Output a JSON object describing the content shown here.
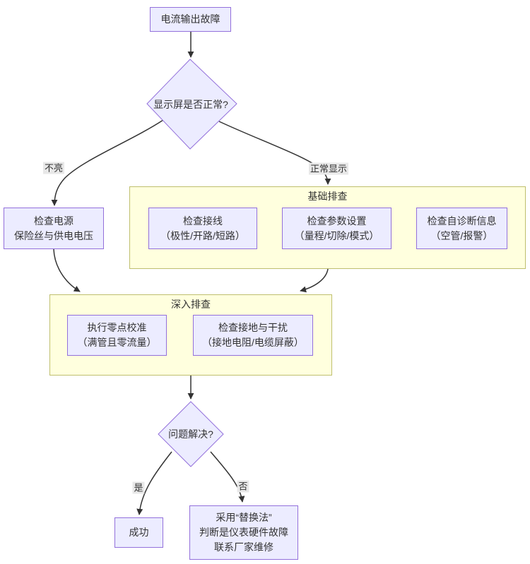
{
  "colors": {
    "node-fill": "#ECECFF",
    "node-border": "#9370DB",
    "cluster-fill": "#FFFFDE",
    "cluster-border": "#BFBF6E",
    "edge-color": "#333333",
    "edge-label-bg": "#E8E8E8",
    "text-color": "#333333"
  },
  "nodes": {
    "start": {
      "label": "电流输出故障"
    },
    "display_ok": {
      "label": "显示屏是否正常?"
    },
    "check_power": {
      "label": "检查电源\n保险丝与供电电压"
    },
    "check_wiring": {
      "label": "检查接线\n（极性/开路/短路）"
    },
    "check_params": {
      "label": "检查参数设置\n（量程/切除/模式）"
    },
    "check_diagnostics": {
      "label": "检查自诊断信息\n（空管/报警）"
    },
    "zero_calibration": {
      "label": "执行零点校准\n（满管且零流量）"
    },
    "check_grounding": {
      "label": "检查接地与干扰\n（接地电阻/电缆屏蔽）"
    },
    "problem_solved": {
      "label": "问题解决?"
    },
    "success": {
      "label": "成功"
    },
    "replacement": {
      "label": "采用“替换法”\n判断是仪表硬件故障\n联系厂家维修"
    }
  },
  "subgraphs": {
    "basic": {
      "title": "基础排查"
    },
    "deep": {
      "title": "深入排查"
    }
  },
  "edge_labels": {
    "not_lit": "不亮",
    "normal_display": "正常显示",
    "yes": "是",
    "no": "否"
  }
}
